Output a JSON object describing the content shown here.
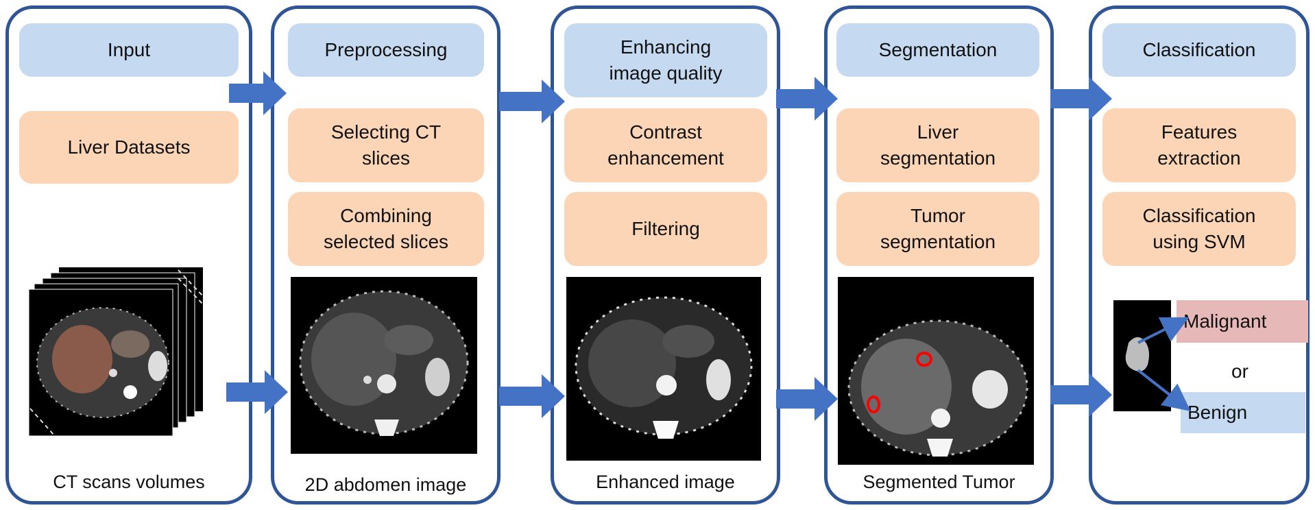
{
  "stages": [
    {
      "id": "input",
      "head": "Input",
      "steps": [
        "Liver Datasets"
      ],
      "caption": "CT scans volumes"
    },
    {
      "id": "preprocessing",
      "head": "Preprocessing",
      "steps": [
        "Selecting CT\nslices",
        "Combining\nselected slices"
      ],
      "caption": "2D abdomen image"
    },
    {
      "id": "enhancing",
      "head": "Enhancing\nimage quality",
      "steps": [
        "Contrast\nenhancement",
        "Filtering"
      ],
      "caption": "Enhanced image"
    },
    {
      "id": "segmentation",
      "head": "Segmentation",
      "steps": [
        "Liver\nsegmentation",
        "Tumor\nsegmentation"
      ],
      "caption": "Segmented Tumor"
    },
    {
      "id": "classification",
      "head": "Classification",
      "steps": [
        "Features\nextraction",
        "Classification\nusing SVM"
      ],
      "caption": ""
    }
  ],
  "outcomes": {
    "malignant": "Malignant",
    "or": "or",
    "benign": "Benign"
  },
  "colors": {
    "border": "#2f5597",
    "head_fill": "#c5d9f0",
    "step_fill": "#fbd5b5",
    "arrow": "#4472c4",
    "malignant_fill": "#e6b9b8",
    "benign_fill": "#c5d9f0",
    "tumor_outline": "#ff0000"
  }
}
